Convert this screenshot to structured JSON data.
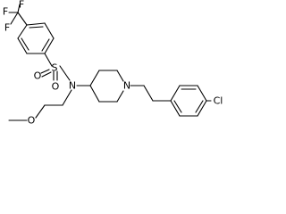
{
  "atoms": {
    "f1": "F",
    "f2": "F",
    "f3": "F",
    "s": "S",
    "o1": "O",
    "o2": "O",
    "n_sulfonamide": "N",
    "o_methoxy": "O",
    "n_piperidine": "N",
    "cl": "Cl"
  }
}
